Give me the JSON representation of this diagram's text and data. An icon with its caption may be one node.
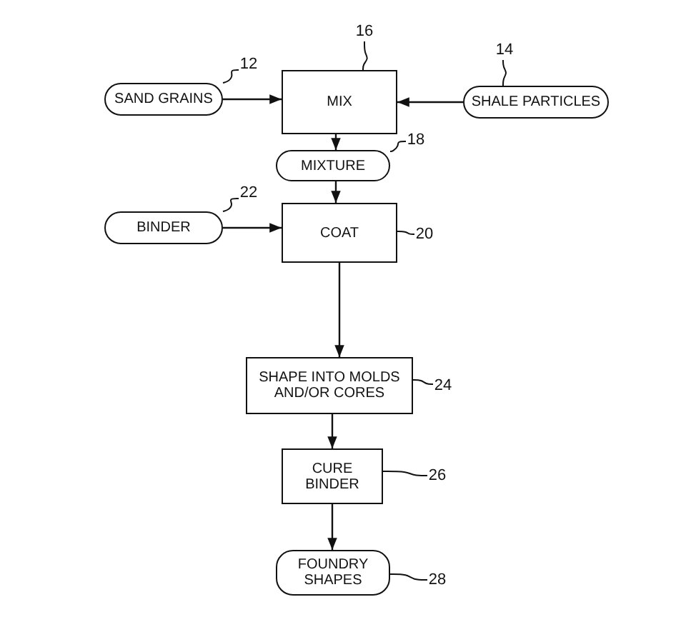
{
  "diagram": {
    "nodes": [
      {
        "text": [
          "SAND GRAINS"
        ]
      },
      {
        "text": [
          "MIX"
        ]
      },
      {
        "text": [
          "SHALE PARTICLES"
        ]
      },
      {
        "text": [
          "MIXTURE"
        ]
      },
      {
        "text": [
          "BINDER"
        ]
      },
      {
        "text": [
          "COAT"
        ]
      },
      {
        "text": [
          "SHAPE INTO MOLDS AND/OR CORES"
        ]
      },
      {
        "text": [
          "CURE BINDER"
        ]
      },
      {
        "text": [
          "FOUNDRY SHAPES"
        ]
      },
      {
        "text": [
          "12"
        ]
      },
      {
        "text": [
          "16"
        ]
      },
      {
        "text": [
          "14"
        ]
      },
      {
        "text": [
          "18"
        ]
      },
      {
        "text": [
          "22"
        ]
      },
      {
        "text": [
          "20"
        ]
      },
      {
        "text": [
          "24"
        ]
      },
      {
        "text": [
          "26"
        ]
      },
      {
        "text": [
          "28"
        ]
      }
    ],
    "edges": [
      {
        "from": 0,
        "to": 1,
        "arrow": "to"
      },
      {
        "from": 2,
        "to": 1,
        "arrow": "to"
      },
      {
        "from": 1,
        "to": 3,
        "arrow": "to"
      },
      {
        "from": 3,
        "to": 5,
        "arrow": "to"
      },
      {
        "from": 4,
        "to": 5,
        "arrow": "to"
      },
      {
        "from": 5,
        "to": 6,
        "arrow": "to"
      },
      {
        "from": 6,
        "to": 7,
        "arrow": "to"
      },
      {
        "from": 7,
        "to": 8,
        "arrow": "to"
      },
      {
        "from": 9,
        "to": 0,
        "arrow": "none"
      },
      {
        "from": 10,
        "to": 1,
        "arrow": "none"
      },
      {
        "from": 11,
        "to": 2,
        "arrow": "none"
      },
      {
        "from": 12,
        "to": 3,
        "arrow": "none"
      },
      {
        "from": 13,
        "to": 4,
        "arrow": "none"
      },
      {
        "from": 14,
        "to": 5,
        "arrow": "none"
      },
      {
        "from": 15,
        "to": 6,
        "arrow": "none"
      },
      {
        "from": 16,
        "to": 7,
        "arrow": "none"
      },
      {
        "from": 17,
        "to": 8,
        "arrow": "none"
      }
    ]
  }
}
